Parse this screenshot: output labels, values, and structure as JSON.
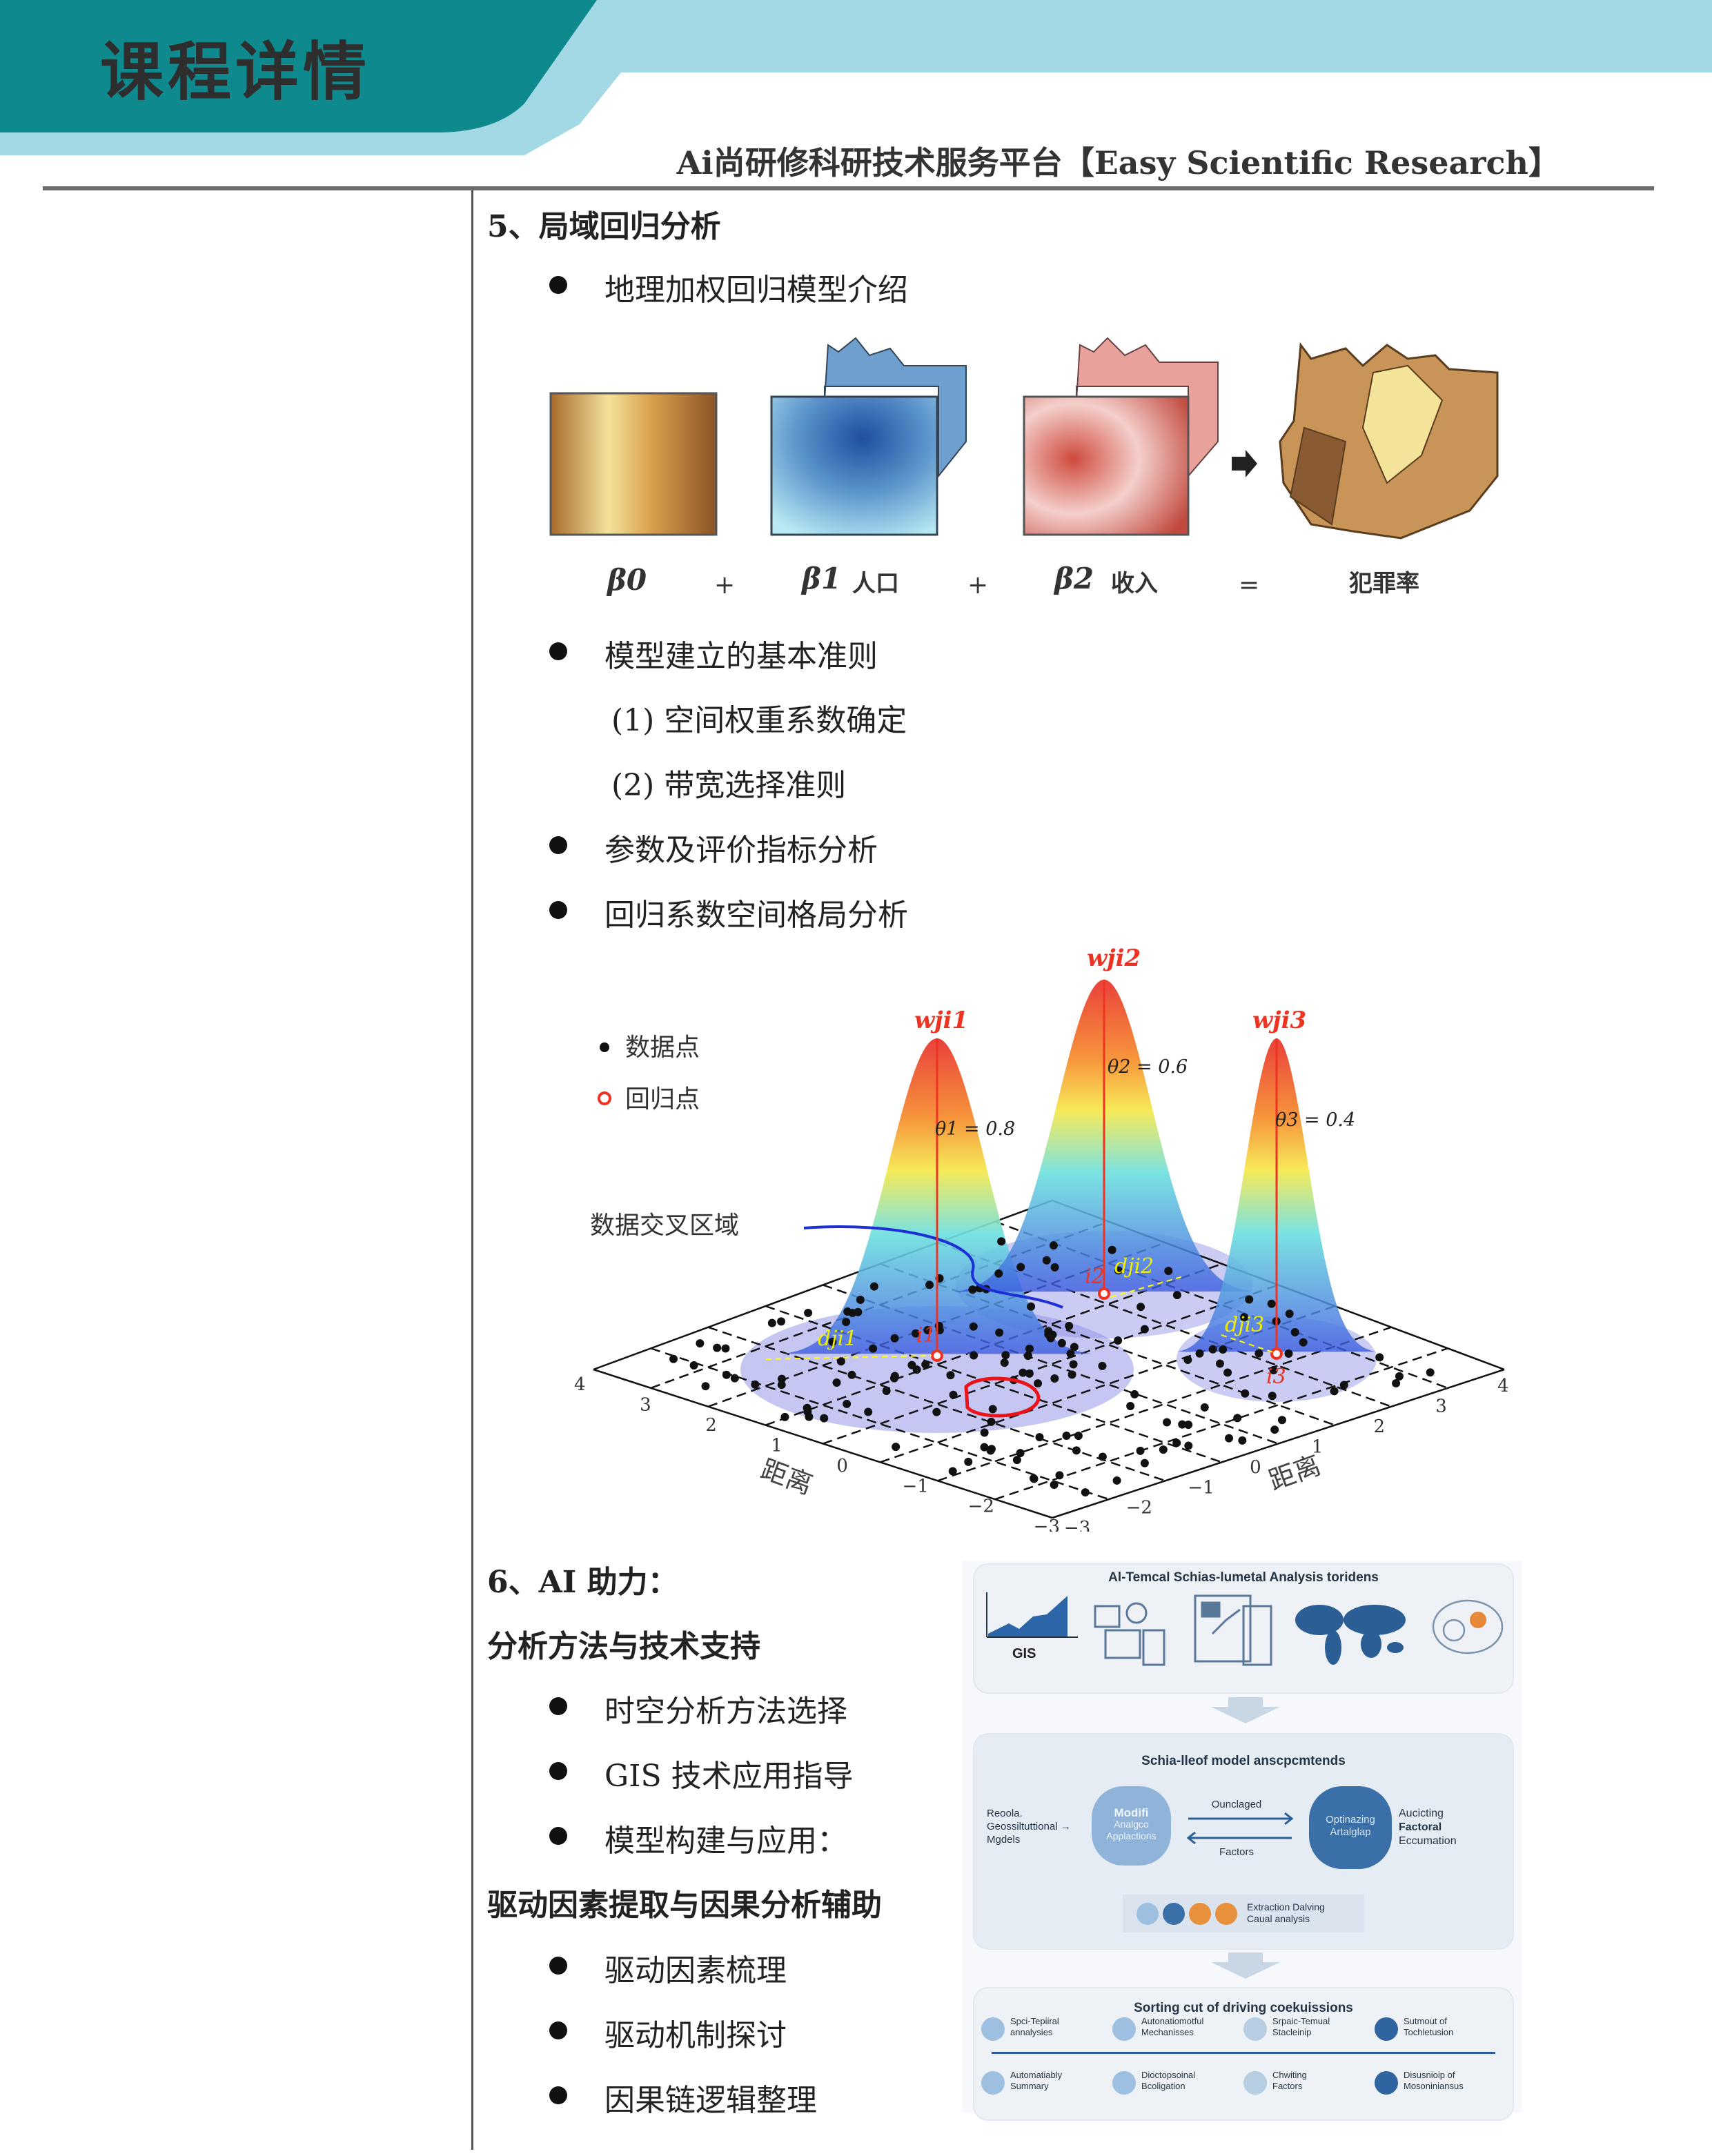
{
  "header": {
    "title": "课程详情",
    "subtitle": "Ai尚研修科研技术服务平台【Easy Scientific Research】",
    "colors": {
      "teal": "#0e8a8f",
      "light_blue": "#a2d9e5"
    }
  },
  "section5": {
    "heading": "5、局域回归分析",
    "items": [
      {
        "label": "地理加权回归模型介绍",
        "bullet": true
      },
      {
        "label": "模型建立的基本准则",
        "bullet": true
      },
      {
        "label": "(1) 空间权重系数确定",
        "bullet": false
      },
      {
        "label": "(2) 带宽选择准则",
        "bullet": false
      },
      {
        "label": "参数及评价指标分析",
        "bullet": true
      },
      {
        "label": "回归系数空间格局分析",
        "bullet": true
      }
    ],
    "gwr_figure": {
      "b0": "β0",
      "plus1": "+",
      "b1": "β1",
      "b1_var": "人口",
      "plus2": "+",
      "b2": "β2",
      "b2_var": "收入",
      "equals": "=",
      "result": "犯罪率"
    },
    "kernel_figure": {
      "legend_data": "数据点",
      "legend_reg": "回归点",
      "overlap_label": "数据交叉区域",
      "axis_label_left": "距离",
      "axis_label_right": "距离",
      "w1": "wji1",
      "w2": "wji2",
      "w3": "wji3",
      "theta1": "θ1 = 0.8",
      "theta2": "θ2 = 0.6",
      "theta3": "θ3 = 0.4",
      "d1": "dji1",
      "d2": "dji2",
      "d3": "dji3",
      "i1": "i1",
      "i2": "i2",
      "i3": "i3",
      "left_ticks": [
        "4",
        "3",
        "2",
        "1",
        "0",
        "−1",
        "−2",
        "−3"
      ],
      "right_ticks": [
        "−3",
        "−2",
        "−1",
        "0",
        "1",
        "2",
        "3",
        "4"
      ]
    }
  },
  "section6": {
    "heading": "6、AI 助力：",
    "sub1": "分析方法与技术支持",
    "sub1_items": [
      "时空分析方法选择",
      "GIS  技术应用指导",
      "模型构建与应用："
    ],
    "sub2": "驱动因素提取与因果分析辅助",
    "sub2_items": [
      "驱动因素梳理",
      "驱动机制探讨",
      "因果链逻辑整理"
    ]
  },
  "ai_infographic": {
    "panel1_title": "Al-Temcal Schias-lumetal Analysis toridens",
    "gis_label": "GIS",
    "panel2_title": "Schia-lleof model anscpcmtends",
    "left_text": [
      "Reoola.",
      "Geossiltuttional →",
      "Mgdels"
    ],
    "hex1": [
      "Modifi",
      "Analgco",
      "Applactions"
    ],
    "arrow_top": "Ounclaged",
    "arrow_bottom": "Factors",
    "hex2": [
      "Optinazing",
      "Artalglap"
    ],
    "right_text": [
      "Aucicting",
      "Factoral",
      "Eccumation"
    ],
    "extraction": [
      "Extraction Dalving",
      "Caual analysis"
    ],
    "panel3_title": "Sorting cut of driving coekuissions",
    "timeline_top": [
      [
        "Spci-Tepiiral",
        "annalysies"
      ],
      [
        "Autonatiomotful",
        "Mechanisses"
      ],
      [
        "Srpaic-Temual",
        "Stacleinip"
      ],
      [
        "Sutmout of",
        "Tochletusion"
      ]
    ],
    "timeline_bottom": [
      [
        "Automatiably",
        "Summary"
      ],
      [
        "Dioctopsoinal",
        "Bcoligation"
      ],
      [
        "Chwiting",
        "Factors"
      ],
      [
        "Disusnioip of",
        "Mosoniniansus"
      ]
    ]
  }
}
